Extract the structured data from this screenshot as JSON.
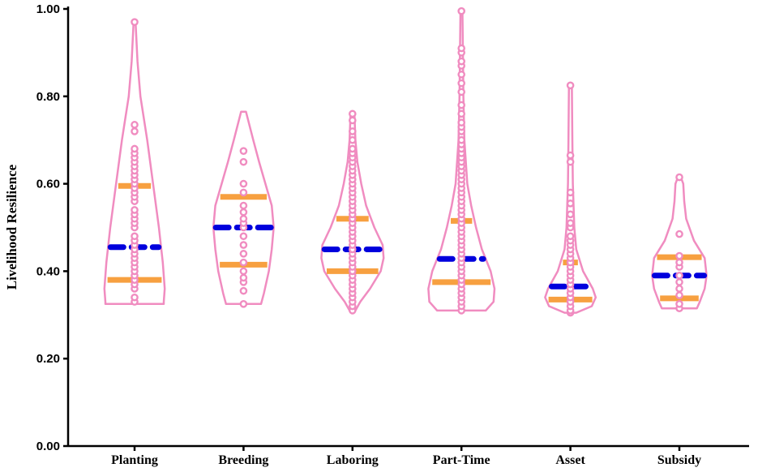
{
  "chart_data": {
    "type": "violin",
    "ylabel": "Livelihood Resilience",
    "ylim": [
      0,
      1
    ],
    "yticks": [
      "0.00",
      "0.20",
      "0.40",
      "0.60",
      "0.80",
      "1.00"
    ],
    "categories": [
      "Planting",
      "Breeding",
      "Laboring",
      "Part-Time",
      "Asset",
      "Subsidy"
    ],
    "colors": {
      "violin": "#f08cc0",
      "median": "#0000dd",
      "quartile": "#f7a040",
      "axis": "#000000"
    },
    "violins": [
      {
        "category": "Planting",
        "min": 0.325,
        "max": 0.97,
        "q1": 0.38,
        "median": 0.455,
        "q3": 0.595,
        "profile": [
          [
            0.325,
            0.6
          ],
          [
            0.33,
            0.6
          ],
          [
            0.36,
            0.62
          ],
          [
            0.42,
            0.58
          ],
          [
            0.5,
            0.5
          ],
          [
            0.6,
            0.38
          ],
          [
            0.7,
            0.26
          ],
          [
            0.8,
            0.12
          ],
          [
            0.88,
            0.06
          ],
          [
            0.97,
            0.02
          ]
        ],
        "points": [
          0.33,
          0.34,
          0.36,
          0.37,
          0.38,
          0.39,
          0.4,
          0.41,
          0.42,
          0.43,
          0.44,
          0.45,
          0.46,
          0.47,
          0.48,
          0.5,
          0.51,
          0.52,
          0.53,
          0.54,
          0.56,
          0.57,
          0.58,
          0.59,
          0.6,
          0.61,
          0.62,
          0.63,
          0.64,
          0.65,
          0.66,
          0.67,
          0.68,
          0.72,
          0.735,
          0.97
        ]
      },
      {
        "category": "Breeding",
        "min": 0.325,
        "max": 0.765,
        "q1": 0.415,
        "median": 0.5,
        "q3": 0.57,
        "profile": [
          [
            0.325,
            0.36
          ],
          [
            0.35,
            0.42
          ],
          [
            0.4,
            0.52
          ],
          [
            0.45,
            0.58
          ],
          [
            0.5,
            0.62
          ],
          [
            0.55,
            0.58
          ],
          [
            0.6,
            0.45
          ],
          [
            0.65,
            0.32
          ],
          [
            0.7,
            0.2
          ],
          [
            0.765,
            0.05
          ]
        ],
        "points": [
          0.325,
          0.355,
          0.375,
          0.385,
          0.4,
          0.42,
          0.44,
          0.46,
          0.48,
          0.5,
          0.51,
          0.52,
          0.535,
          0.55,
          0.58,
          0.6,
          0.65,
          0.675
        ]
      },
      {
        "category": "Laboring",
        "min": 0.31,
        "max": 0.76,
        "q1": 0.4,
        "median": 0.45,
        "q3": 0.52,
        "profile": [
          [
            0.31,
            0.06
          ],
          [
            0.33,
            0.16
          ],
          [
            0.36,
            0.36
          ],
          [
            0.4,
            0.58
          ],
          [
            0.43,
            0.64
          ],
          [
            0.46,
            0.62
          ],
          [
            0.5,
            0.45
          ],
          [
            0.55,
            0.28
          ],
          [
            0.6,
            0.18
          ],
          [
            0.65,
            0.1
          ],
          [
            0.7,
            0.06
          ],
          [
            0.76,
            0.04
          ]
        ],
        "points": [
          0.31,
          0.32,
          0.33,
          0.34,
          0.35,
          0.36,
          0.37,
          0.38,
          0.39,
          0.4,
          0.41,
          0.42,
          0.43,
          0.44,
          0.45,
          0.46,
          0.47,
          0.48,
          0.49,
          0.5,
          0.51,
          0.52,
          0.53,
          0.54,
          0.55,
          0.56,
          0.57,
          0.58,
          0.59,
          0.6,
          0.61,
          0.62,
          0.63,
          0.64,
          0.65,
          0.66,
          0.67,
          0.68,
          0.7,
          0.72,
          0.745,
          0.76
        ]
      },
      {
        "category": "Part-Time",
        "min": 0.31,
        "max": 0.995,
        "q1": 0.375,
        "median": 0.428,
        "q3": 0.515,
        "profile": [
          [
            0.31,
            0.5
          ],
          [
            0.33,
            0.66
          ],
          [
            0.36,
            0.68
          ],
          [
            0.4,
            0.6
          ],
          [
            0.45,
            0.42
          ],
          [
            0.5,
            0.3
          ],
          [
            0.55,
            0.2
          ],
          [
            0.6,
            0.12
          ],
          [
            0.7,
            0.06
          ],
          [
            0.8,
            0.04
          ],
          [
            0.9,
            0.03
          ],
          [
            0.995,
            0.02
          ]
        ],
        "points": [
          0.31,
          0.32,
          0.33,
          0.34,
          0.35,
          0.36,
          0.37,
          0.38,
          0.39,
          0.4,
          0.41,
          0.42,
          0.43,
          0.44,
          0.45,
          0.46,
          0.47,
          0.48,
          0.49,
          0.5,
          0.51,
          0.52,
          0.53,
          0.54,
          0.55,
          0.56,
          0.57,
          0.58,
          0.59,
          0.6,
          0.61,
          0.62,
          0.63,
          0.64,
          0.65,
          0.66,
          0.67,
          0.68,
          0.69,
          0.7,
          0.72,
          0.73,
          0.74,
          0.76,
          0.78,
          0.81,
          0.83,
          0.85,
          0.87,
          0.88,
          0.9,
          0.91,
          0.995
        ]
      },
      {
        "category": "Asset",
        "min": 0.305,
        "max": 0.825,
        "q1": 0.335,
        "median": 0.365,
        "q3": 0.42,
        "profile": [
          [
            0.305,
            0.12
          ],
          [
            0.32,
            0.44
          ],
          [
            0.34,
            0.52
          ],
          [
            0.36,
            0.46
          ],
          [
            0.4,
            0.26
          ],
          [
            0.45,
            0.12
          ],
          [
            0.5,
            0.08
          ],
          [
            0.6,
            0.05
          ],
          [
            0.7,
            0.04
          ],
          [
            0.825,
            0.03
          ]
        ],
        "points": [
          0.305,
          0.31,
          0.32,
          0.33,
          0.34,
          0.35,
          0.36,
          0.37,
          0.38,
          0.39,
          0.4,
          0.41,
          0.42,
          0.43,
          0.44,
          0.45,
          0.46,
          0.47,
          0.48,
          0.5,
          0.51,
          0.53,
          0.555,
          0.58,
          0.65,
          0.665,
          0.825
        ]
      },
      {
        "category": "Subsidy",
        "min": 0.315,
        "max": 0.615,
        "q1": 0.338,
        "median": 0.39,
        "q3": 0.432,
        "profile": [
          [
            0.315,
            0.36
          ],
          [
            0.33,
            0.42
          ],
          [
            0.36,
            0.52
          ],
          [
            0.39,
            0.56
          ],
          [
            0.43,
            0.52
          ],
          [
            0.47,
            0.3
          ],
          [
            0.52,
            0.14
          ],
          [
            0.56,
            0.1
          ],
          [
            0.6,
            0.08
          ],
          [
            0.615,
            0.03
          ]
        ],
        "points": [
          0.315,
          0.325,
          0.345,
          0.36,
          0.375,
          0.39,
          0.41,
          0.42,
          0.435,
          0.485,
          0.615
        ]
      }
    ]
  }
}
